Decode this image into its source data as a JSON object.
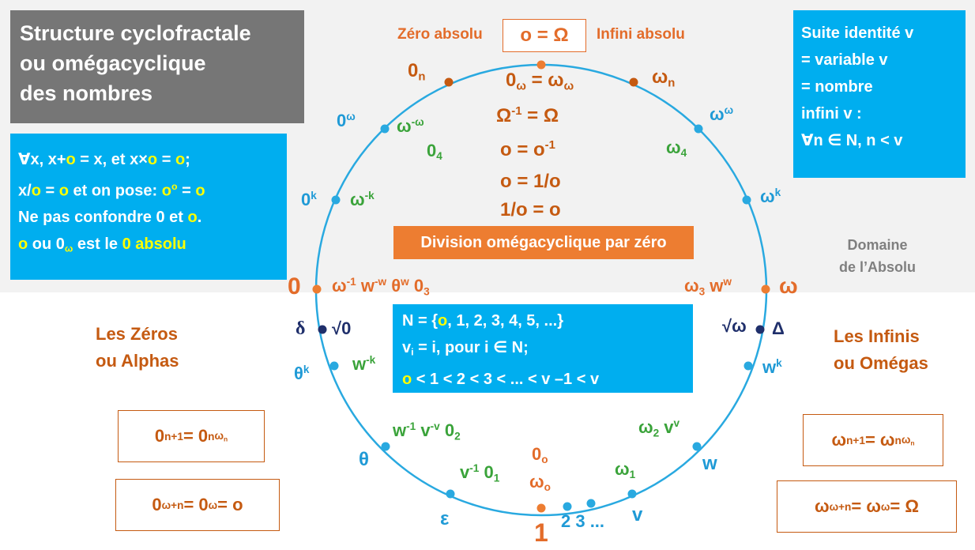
{
  "title": {
    "line1": "Structure cyclofractale",
    "line2": "ou omégacyclique",
    "line3": "des nombres"
  },
  "rules": {
    "line1": {
      "a": "∀x, x+",
      "o": "o",
      "b": " = x, et  x×",
      "o2": "o",
      "c": " = ",
      "o3": "o",
      "d": ";"
    },
    "line2": {
      "a": "x/",
      "o": "o",
      "b": " = ",
      "o2": "o",
      "c": " et on pose: ",
      "o3": "o",
      "sup": "o",
      "d": "  = ",
      "o4": "o"
    },
    "line3": {
      "a": "Ne pas confondre 0 et ",
      "o": "o",
      "b": "."
    },
    "line4": {
      "o": "o",
      "a": " ou 0",
      "sub": "ω",
      "b": " est le ",
      "c": "0 absolu"
    }
  },
  "suite": {
    "line1": "Suite identité v",
    "line2": "= variable v",
    "line3": "= nombre",
    "line4": "infini v :",
    "line5": "∀n ∈ N, n < v"
  },
  "top": {
    "zero_absolu": "Zéro absolu",
    "box": "o = Ω",
    "infini_absolu": "Infini absolu"
  },
  "center": {
    "eq1": {
      "a": "0",
      "a_sub": "ω",
      "b": " = ω",
      "b_sub": "ω"
    },
    "eq2": {
      "a": "Ω",
      "a_sup": "-1",
      "b": " = Ω"
    },
    "eq3": {
      "a": "o  =  o",
      "a_sup": "-1"
    },
    "eq4": "o  =  1/o",
    "eq5": "1/o  =  o"
  },
  "division": "Division omégacyclique par zéro",
  "domaine": {
    "line1": "Domaine",
    "line2": "de l’Absolu"
  },
  "n_box": {
    "line1": {
      "a": "N = {",
      "o": "o",
      "b": ", 1, 2, 3, 4, 5, ...}"
    },
    "line2": {
      "a": "v",
      "sub": "i",
      "b": " = i,  pour i ∈ N;"
    },
    "line3": {
      "o": "o",
      "a": " < 1 < 2 < 3 < ... < v –1 <  v"
    }
  },
  "left_section": {
    "line1": "Les Zéros",
    "line2": "ou Alphas"
  },
  "right_section": {
    "line1": "Les Infinis",
    "line2": "ou Omégas"
  },
  "formulas": {
    "f1": {
      "a": "0",
      "a_sub": "n+1",
      "b": "  =  0",
      "b_sub": "n",
      "b_sup": "ω",
      "b_supsub": "n"
    },
    "f2": {
      "a": "0",
      "a_sub": "ω+n",
      "b": "  =  0",
      "b_sub": "ω",
      "c": "  =  o"
    },
    "f3": {
      "a": "ω",
      "a_sub": "n+1",
      "b": "  =  ω",
      "b_sub": "n",
      "b_sup": "ω",
      "b_supsub": "n"
    },
    "f4": {
      "a": "ω",
      "a_sub": "ω+n",
      "b": "  =  ω",
      "b_sub": "ω",
      "c": "  =  Ω"
    }
  },
  "circle_labels": {
    "zero_n": {
      "a": "0",
      "sub": "n"
    },
    "omega_n": {
      "a": "ω",
      "sub": "n"
    },
    "zero_w": {
      "a": "0",
      "sup": "ω"
    },
    "omega_neg_omega": {
      "a": "ω",
      "sup": "-ω"
    },
    "zero_4": {
      "a": "0",
      "sub": "4"
    },
    "omega_omega": {
      "a": "ω",
      "sup": "ω"
    },
    "omega_4": {
      "a": "ω",
      "sub": "4"
    },
    "zero_k": {
      "a": "0",
      "sup": "k"
    },
    "omega_neg_k": {
      "a": "ω",
      "sup": "-k"
    },
    "omega_k": {
      "a": "ω",
      "sup": "k"
    },
    "zero_main": "0",
    "omega_main": "ω",
    "left_row": {
      "a": "ω",
      "a_sup": "-1",
      "b": "  w",
      "b_sup": "-w",
      "c": "  θ",
      "c_sup": "w",
      "d": "  0",
      "d_sub": "3"
    },
    "right_row": {
      "a": "ω",
      "a_sub": "3",
      "b": "  w",
      "b_sup": "w"
    },
    "delta": "δ",
    "sqrt0": "√0",
    "sqrtw": "√ω",
    "Delta": "Δ",
    "theta_k": {
      "a": "θ",
      "sup": "k"
    },
    "w_neg_k": {
      "a": "w",
      "sup": "-k"
    },
    "w_k": {
      "a": "w",
      "sup": "k"
    },
    "left_low": {
      "a": "w",
      "a_sup": "-1",
      "b": " v",
      "b_sup": "-v",
      "c": " 0",
      "c_sub": "2"
    },
    "right_low": {
      "a": "ω",
      "a_sub": "2",
      "b": "  v",
      "b_sup": "v"
    },
    "theta": "θ",
    "w": "w",
    "v_neg1": {
      "a": "v",
      "sup": "-1",
      "b": "  0",
      "b_sub": "1"
    },
    "omega_1": {
      "a": "ω",
      "sub": "1"
    },
    "zero_o": {
      "a": "0",
      "sub": "o"
    },
    "omega_o": {
      "a": "ω",
      "sub": "o"
    },
    "epsilon": "ε",
    "one": "1",
    "bottom_seq": "2  3 ...",
    "v": "v"
  },
  "colors": {
    "orange": "#e36c2a",
    "blue": "#00aeef",
    "green": "#3aa33a",
    "gray": "#767676",
    "brown": "#c55a11"
  }
}
